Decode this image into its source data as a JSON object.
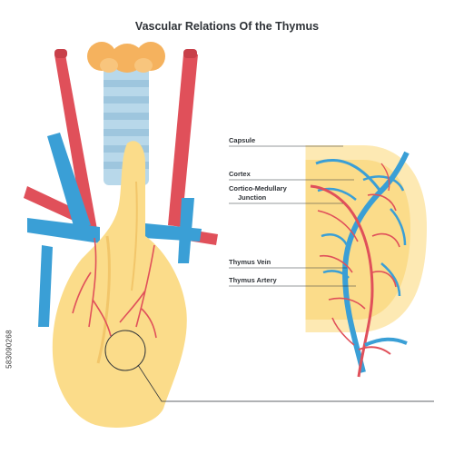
{
  "title": "Vascular Relations Of the Thymus",
  "labels": {
    "capsule": "Capsule",
    "cortex": "Cortex",
    "cortico_medullary_line1": "Cortico-Medullary",
    "cortico_medullary_line2": "Junction",
    "thymus_vein": "Thymus Vein",
    "thymus_artery": "Thymus Artery"
  },
  "stock_id": "583090268",
  "colors": {
    "artery": "#e0505a",
    "vein": "#3a9fd6",
    "thymus": "#fbdc8a",
    "trachea": "#b8d8ea",
    "thyroid": "#f5b25e",
    "capsule_bg": "#fde9b3"
  }
}
